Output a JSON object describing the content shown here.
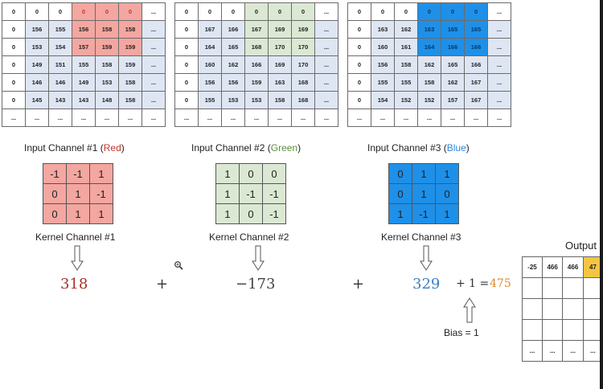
{
  "inputs": [
    {
      "caption_prefix": "Input Channel #1 (",
      "caption_color_word": "Red",
      "caption_suffix": ")",
      "rows": [
        [
          "0",
          "0",
          "0",
          "0",
          "0",
          "0",
          "..."
        ],
        [
          "0",
          "156",
          "155",
          "156",
          "158",
          "158",
          "..."
        ],
        [
          "0",
          "153",
          "154",
          "157",
          "159",
          "159",
          "..."
        ],
        [
          "0",
          "149",
          "151",
          "155",
          "158",
          "159",
          "..."
        ],
        [
          "0",
          "146",
          "146",
          "149",
          "153",
          "158",
          "..."
        ],
        [
          "0",
          "145",
          "143",
          "143",
          "148",
          "158",
          "..."
        ],
        [
          "...",
          "...",
          "...",
          "...",
          "...",
          "...",
          "..."
        ]
      ]
    },
    {
      "caption_prefix": "Input Channel #2 (",
      "caption_color_word": "Green",
      "caption_suffix": ")",
      "rows": [
        [
          "0",
          "0",
          "0",
          "0",
          "0",
          "0",
          "..."
        ],
        [
          "0",
          "167",
          "166",
          "167",
          "169",
          "169",
          "..."
        ],
        [
          "0",
          "164",
          "165",
          "168",
          "170",
          "170",
          "..."
        ],
        [
          "0",
          "160",
          "162",
          "166",
          "169",
          "170",
          "..."
        ],
        [
          "0",
          "156",
          "156",
          "159",
          "163",
          "168",
          "..."
        ],
        [
          "0",
          "155",
          "153",
          "153",
          "158",
          "168",
          "..."
        ],
        [
          "...",
          "...",
          "...",
          "...",
          "...",
          "...",
          "..."
        ]
      ]
    },
    {
      "caption_prefix": "Input Channel #3 (",
      "caption_color_word": "Blue",
      "caption_suffix": ")",
      "rows": [
        [
          "0",
          "0",
          "0",
          "0",
          "0",
          "0",
          "..."
        ],
        [
          "0",
          "163",
          "162",
          "163",
          "165",
          "165",
          "..."
        ],
        [
          "0",
          "160",
          "161",
          "164",
          "166",
          "166",
          "..."
        ],
        [
          "0",
          "156",
          "158",
          "162",
          "165",
          "166",
          "..."
        ],
        [
          "0",
          "155",
          "155",
          "158",
          "162",
          "167",
          "..."
        ],
        [
          "0",
          "154",
          "152",
          "152",
          "157",
          "167",
          "..."
        ],
        [
          "...",
          "...",
          "...",
          "...",
          "...",
          "...",
          "..."
        ]
      ]
    }
  ],
  "kernels": [
    {
      "caption": "Kernel Channel #1",
      "rows": [
        [
          "-1",
          "-1",
          "1"
        ],
        [
          "0",
          "1",
          "-1"
        ],
        [
          "0",
          "1",
          "1"
        ]
      ]
    },
    {
      "caption": "Kernel Channel #2",
      "rows": [
        [
          "1",
          "0",
          "0"
        ],
        [
          "1",
          "-1",
          "-1"
        ],
        [
          "1",
          "0",
          "-1"
        ]
      ]
    },
    {
      "caption": "Kernel Channel #3",
      "rows": [
        [
          "0",
          "1",
          "1"
        ],
        [
          "0",
          "1",
          "0"
        ],
        [
          "1",
          "-1",
          "1"
        ]
      ]
    }
  ],
  "results": {
    "r1": "318",
    "r2": "−173",
    "r3": "329",
    "plus": "+",
    "bias_expr": "+ 1 =",
    "total": "475"
  },
  "bias_label": "Bias = 1",
  "output": {
    "title": "Output",
    "rows": [
      [
        "-25",
        "466",
        "466",
        "47"
      ],
      [
        "",
        "",
        "",
        ""
      ],
      [
        "",
        "",
        "",
        ""
      ],
      [
        "",
        "",
        "",
        ""
      ],
      [
        "...",
        "...",
        "...",
        "..."
      ]
    ]
  },
  "colors": {
    "red_fill": "#f4a6a0",
    "red_text": "#c0392b",
    "green_fill": "#dbe8d3",
    "green_text": "#5f8f3e",
    "blue_fill": "#1e90e8",
    "blue_text": "#2e86de",
    "pad_fill": "#dfe6f3",
    "result_red": "#a83228",
    "result_green": "#444444",
    "result_blue": "#3a7fc4",
    "total_orange": "#e08a2c",
    "output_yellow": "#f5c542"
  }
}
